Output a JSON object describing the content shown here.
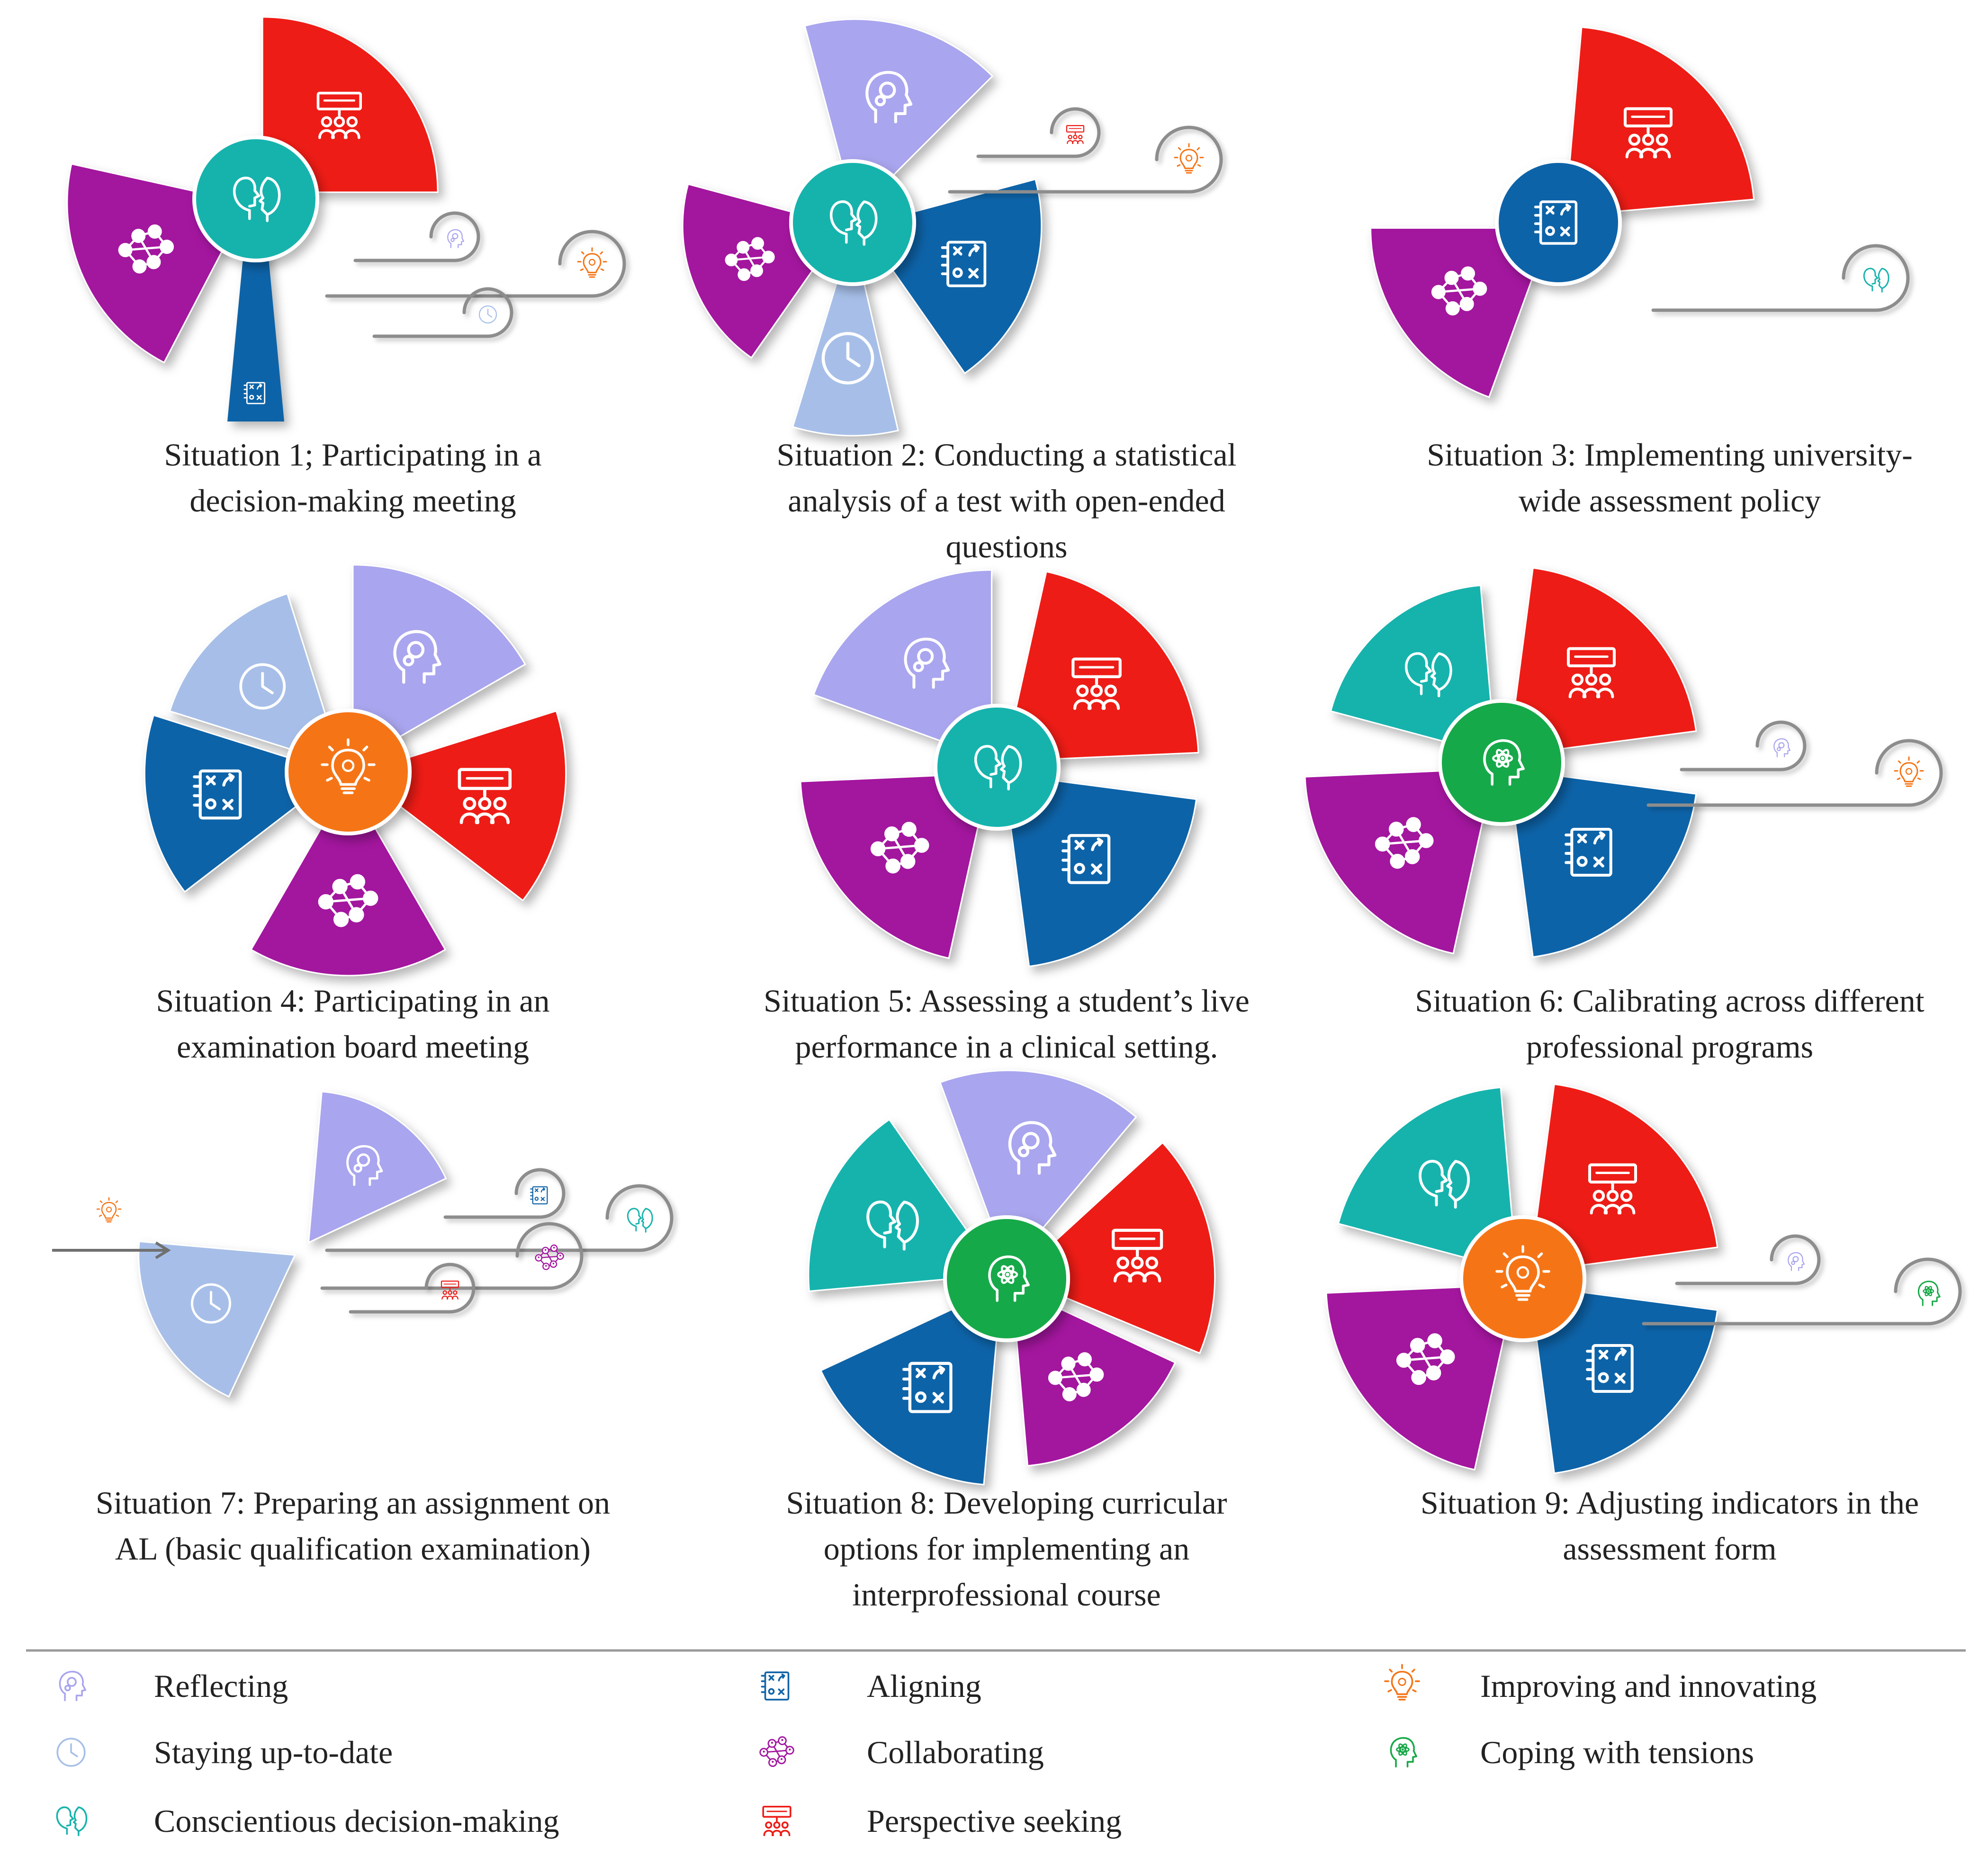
{
  "colors": {
    "reflecting": "#a9a5ee",
    "staying": "#a7bfe8",
    "decision": "#19b3ad",
    "aligning": "#1164a8",
    "collaborating": "#a3169e",
    "perspective": "#ee1c16",
    "improving": "#f57416",
    "coping": "#17a948"
  },
  "situations": [
    {
      "caption_lines": [
        "Situation 1; Participating in a",
        "decision-making meeting"
      ],
      "center": "decision",
      "blades": [
        "perspective",
        "collaborating",
        "aligning"
      ],
      "wind": [
        "reflecting",
        "improving",
        "staying"
      ],
      "incoming": []
    },
    {
      "caption_lines": [
        "Situation 2: Conducting a statistical",
        "analysis of a test with open-ended",
        "questions"
      ],
      "center": "decision",
      "blades": [
        "reflecting",
        "collaborating",
        "staying",
        "aligning"
      ],
      "wind": [
        "perspective",
        "improving"
      ],
      "incoming": []
    },
    {
      "caption_lines": [
        "Situation 3: Implementing university-",
        "wide assessment policy"
      ],
      "center": "aligning",
      "blades": [
        "perspective",
        "collaborating"
      ],
      "wind": [
        "decision"
      ],
      "incoming": []
    },
    {
      "caption_lines": [
        "Situation 4: Participating in an",
        "examination board meeting"
      ],
      "center": "improving",
      "blades": [
        "staying",
        "reflecting",
        "perspective",
        "collaborating",
        "aligning"
      ],
      "wind": [],
      "incoming": []
    },
    {
      "caption_lines": [
        "Situation 5: Assessing a student’s live",
        "performance in a clinical setting."
      ],
      "center": "decision",
      "blades": [
        "reflecting",
        "perspective",
        "aligning",
        "collaborating"
      ],
      "wind": [],
      "incoming": []
    },
    {
      "caption_lines": [
        "Situation 6: Calibrating across different",
        "professional programs"
      ],
      "center": "coping",
      "blades": [
        "decision",
        "perspective",
        "aligning",
        "collaborating"
      ],
      "wind": [
        "reflecting",
        "improving"
      ],
      "incoming": []
    },
    {
      "caption_lines": [
        "Situation 7: Preparing an assignment on",
        "AL (basic qualification examination)"
      ],
      "center": "none",
      "blades": [
        "reflecting",
        "staying"
      ],
      "wind": [
        "aligning",
        "decision",
        "collaborating",
        "perspective"
      ],
      "incoming": [
        "improving"
      ]
    },
    {
      "caption_lines": [
        "Situation 8: Developing curricular",
        "options for implementing an",
        "interprofessional course"
      ],
      "center": "coping",
      "blades": [
        "reflecting",
        "decision",
        "perspective",
        "collaborating",
        "aligning"
      ],
      "wind": [],
      "incoming": []
    },
    {
      "caption_lines": [
        "Situation 9: Adjusting indicators in the",
        "assessment form"
      ],
      "center": "improving",
      "blades": [
        "decision",
        "perspective",
        "collaborating",
        "aligning"
      ],
      "wind": [
        "reflecting",
        "coping"
      ],
      "incoming": []
    }
  ],
  "legend": [
    {
      "key": "reflecting",
      "label": "Reflecting",
      "icon": "head-gears-icon"
    },
    {
      "key": "staying",
      "label": "Staying up-to-date",
      "icon": "clock-icon"
    },
    {
      "key": "decision",
      "label": "Conscientious  decision-making",
      "icon": "two-faces-icon"
    },
    {
      "key": "aligning",
      "label": "Aligning",
      "icon": "game-plan-icon"
    },
    {
      "key": "collaborating",
      "label": "Collaborating",
      "icon": "network-icon"
    },
    {
      "key": "perspective",
      "label": "Perspective seeking",
      "icon": "presentation-group-icon"
    },
    {
      "key": "improving",
      "label": "Improving and innovating",
      "icon": "lightbulb-icon"
    },
    {
      "key": "coping",
      "label": "Coping  with tensions",
      "icon": "head-atom-icon"
    }
  ]
}
